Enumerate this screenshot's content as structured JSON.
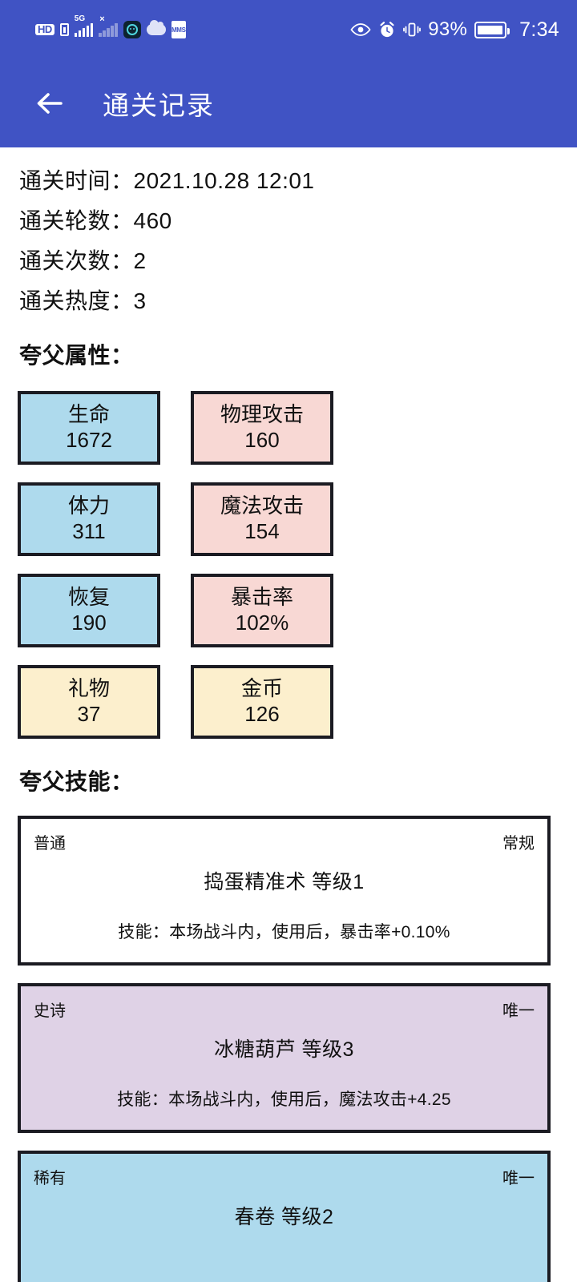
{
  "theme": {
    "header_blue": "#4053C4",
    "blue_card": "#AEDAED",
    "pink_card": "#F8D8D4",
    "yellow_card": "#FCEFCD",
    "purple_card": "#DFD2E6",
    "border": "#1b1b22"
  },
  "statusbar": {
    "hd_label": "HD",
    "network_label": "5G",
    "mms_label": "MMS",
    "battery_percent": "93%",
    "battery_level": 93,
    "time": "7:34",
    "icons": [
      "hd-icon",
      "sim-icon",
      "5g-signal-icon",
      "no-service-signal-icon",
      "app-icon",
      "cloud-icon",
      "mms-icon",
      "eye-comfort-icon",
      "alarm-icon",
      "vibrate-icon",
      "battery-icon"
    ]
  },
  "appbar": {
    "title": "通关记录",
    "back_icon": "back-arrow-icon"
  },
  "info": [
    {
      "label": "通关时间：",
      "value": "2021.10.28 12:01"
    },
    {
      "label": "通关轮数：",
      "value": "460"
    },
    {
      "label": "通关次数：",
      "value": "2"
    },
    {
      "label": "通关热度：",
      "value": "3"
    }
  ],
  "attributes": {
    "title": "夸父属性：",
    "items": [
      {
        "name": "生命",
        "value": "1672",
        "color": "blue"
      },
      {
        "name": "物理攻击",
        "value": "160",
        "color": "pink"
      },
      {
        "name": "体力",
        "value": "311",
        "color": "blue"
      },
      {
        "name": "魔法攻击",
        "value": "154",
        "color": "pink"
      },
      {
        "name": "恢复",
        "value": "190",
        "color": "blue"
      },
      {
        "name": "暴击率",
        "value": "102%",
        "color": "pink"
      },
      {
        "name": "礼物",
        "value": "37",
        "color": "yellow"
      },
      {
        "name": "金币",
        "value": "126",
        "color": "yellow"
      }
    ]
  },
  "skills": {
    "title": "夸父技能：",
    "items": [
      {
        "rarity": "普通",
        "tag": "常规",
        "name": "捣蛋精准术 等级1",
        "desc": "技能：本场战斗内，使用后，暴击率+0.10%",
        "color": "white"
      },
      {
        "rarity": "史诗",
        "tag": "唯一",
        "name": "冰糖葫芦 等级3",
        "desc": "技能：本场战斗内，使用后，魔法攻击+4.25",
        "color": "purple"
      },
      {
        "rarity": "稀有",
        "tag": "唯一",
        "name": "春卷 等级2",
        "desc": "",
        "color": "blue"
      }
    ]
  }
}
